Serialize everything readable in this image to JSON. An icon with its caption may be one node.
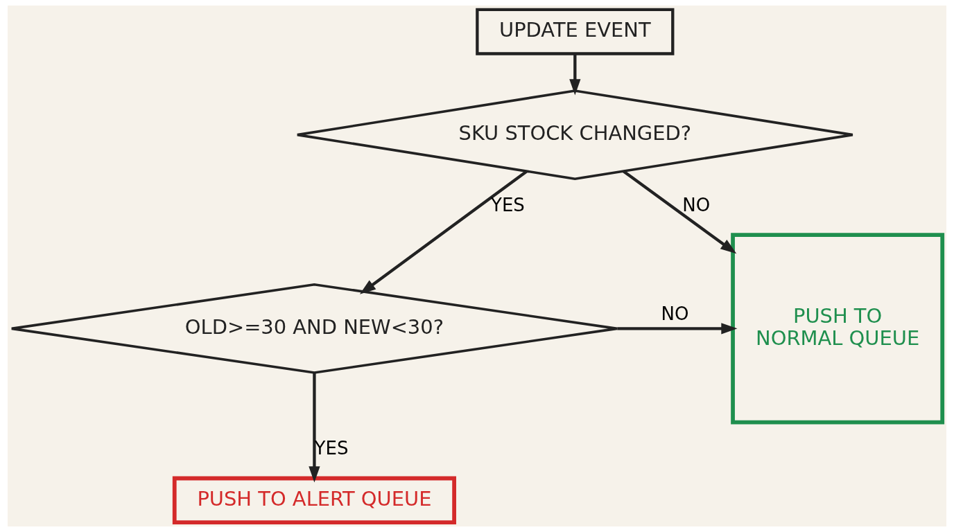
{
  "diagram": {
    "nodes": [
      {
        "text": [
          "UPDATE EVENT"
        ]
      },
      {
        "text": [
          "SKU STOCK CHANGED?"
        ]
      },
      {
        "text": [
          "OLD>=30 AND NEW<30?"
        ]
      },
      {
        "text": [
          "PUSH TO NORMAL QUEUE"
        ]
      },
      {
        "text": [
          "PUSH TO ALERT QUEUE"
        ]
      }
    ],
    "edges": [
      {
        "from": 0,
        "to": 1,
        "arrow": "to"
      },
      {
        "from": 1,
        "to": 3,
        "arrow": "to",
        "label": "NO"
      },
      {
        "from": 1,
        "to": 2,
        "arrow": "to",
        "label": "YES"
      },
      {
        "from": 2,
        "to": 3,
        "arrow": "to",
        "label": "NO"
      },
      {
        "from": 2,
        "to": 4,
        "arrow": "to",
        "label": "YES"
      }
    ]
  }
}
